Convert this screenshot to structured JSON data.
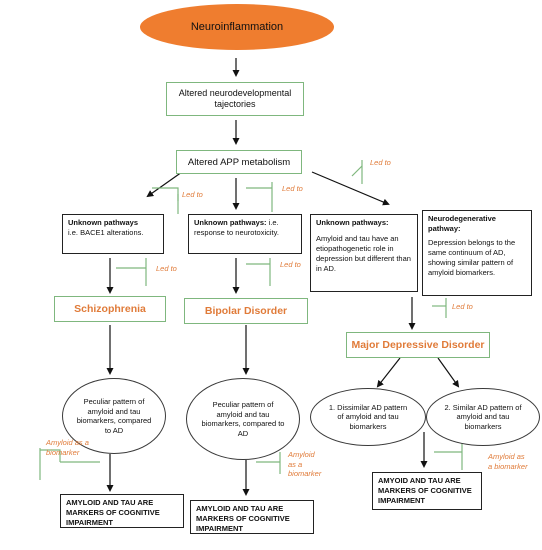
{
  "diagram": {
    "top": "Neuroinflammation",
    "trajectories": "Altered neurodevelopmental tajectories",
    "app": "Altered APP metabolism",
    "led_to": "Led to",
    "box1": {
      "title": "Unknown pathways",
      "body": "i.e. BACE1 alterations."
    },
    "box2": {
      "title": "Unknown pathways:",
      "body": " i.e. response to neurotoxicity."
    },
    "box3": {
      "title": "Unknown pathways:",
      "body": "Amyloid and tau have an etiopathogenetic role in depression but different than in AD."
    },
    "box4": {
      "title": "Neurodegenerative pathway:",
      "body": "Depression belongs to the same continuum of AD, showing similar pattern of amyloid biomarkers."
    },
    "schizophrenia": "Schizophrenia",
    "bipolar": "Bipolar Disorder",
    "mdd": "Major Depressive Disorder",
    "peculiar": "Peculiar pattern of amyloid and tau biomarkers, compared to AD",
    "dissimilar": "1. Dissimilar AD pattern of amyloid and tau biomarkers",
    "similar": "2. Similar AD pattern of amyloid and tau biomarkers",
    "amyloid_biomarker": "Amyloid as a biomarker",
    "markers": "AMYLOID AND TAU ARE MARKERS OF COGNITIVE IMPAIRMENT",
    "markers_alt": "AMYOID AND TAU ARE MARKERS OF COGNITIVE IMPAIRMENT",
    "colors": {
      "oval": "#ef7d2f",
      "green_border": "#7fb77e",
      "orange_text": "#e07b39"
    }
  }
}
